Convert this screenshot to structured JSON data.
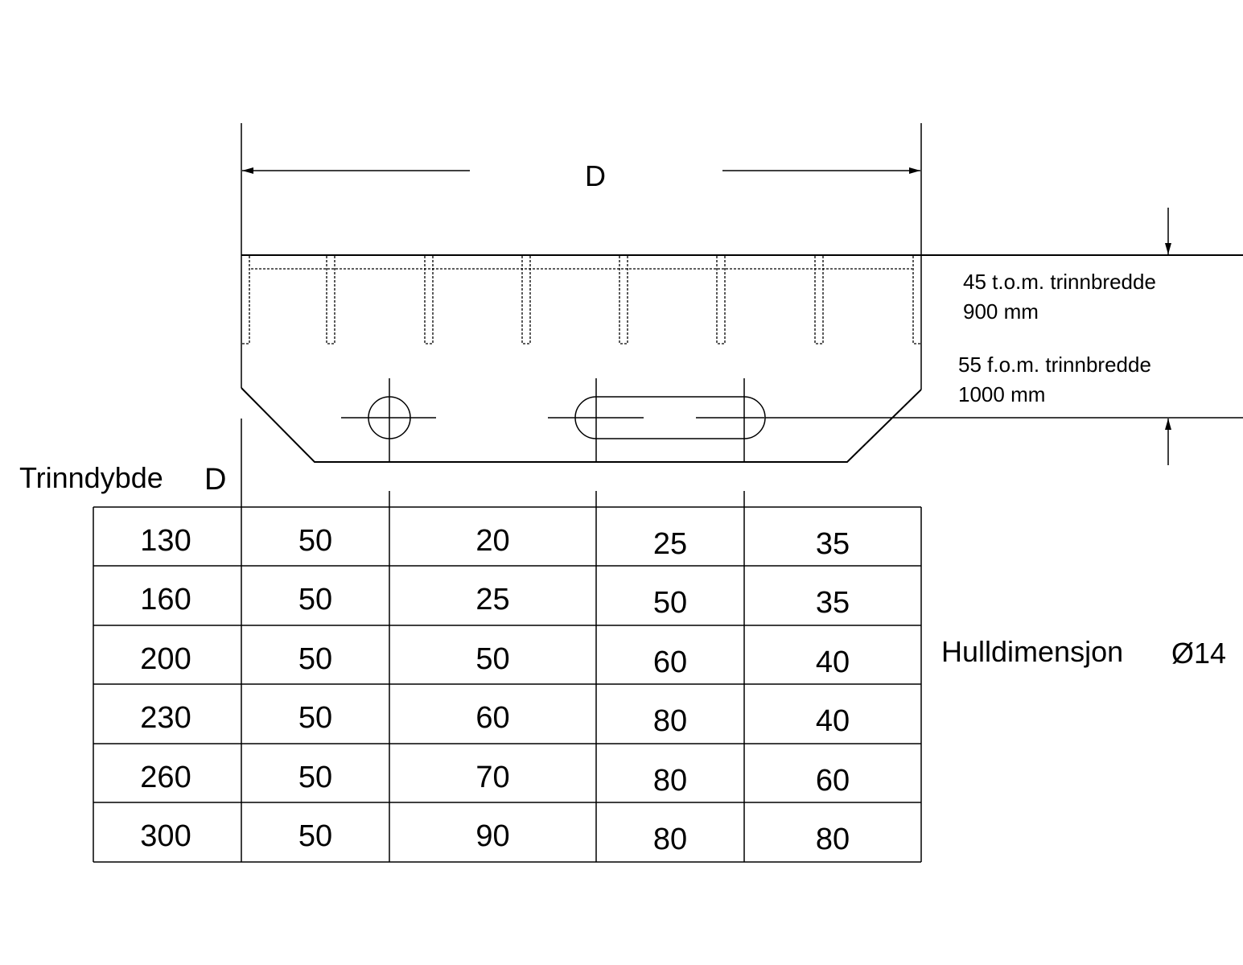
{
  "dimension_label": "D",
  "notes": {
    "line1a": "45 t.o.m. trinnbredde",
    "line1b": "900 mm",
    "line2a": "55 f.o.m. trinnbredde",
    "line2b": "1000 mm",
    "hole": "Hulldimensjon",
    "hole_symbol": "Ø14"
  },
  "table": {
    "title": "Trinndybde",
    "title_symbol": "D",
    "rows": [
      [
        "130",
        "50",
        "20",
        "25",
        "35"
      ],
      [
        "160",
        "50",
        "25",
        "50",
        "35"
      ],
      [
        "200",
        "50",
        "50",
        "60",
        "40"
      ],
      [
        "230",
        "50",
        "60",
        "80",
        "40"
      ],
      [
        "260",
        "50",
        "70",
        "80",
        "60"
      ],
      [
        "300",
        "50",
        "90",
        "80",
        "80"
      ]
    ]
  }
}
